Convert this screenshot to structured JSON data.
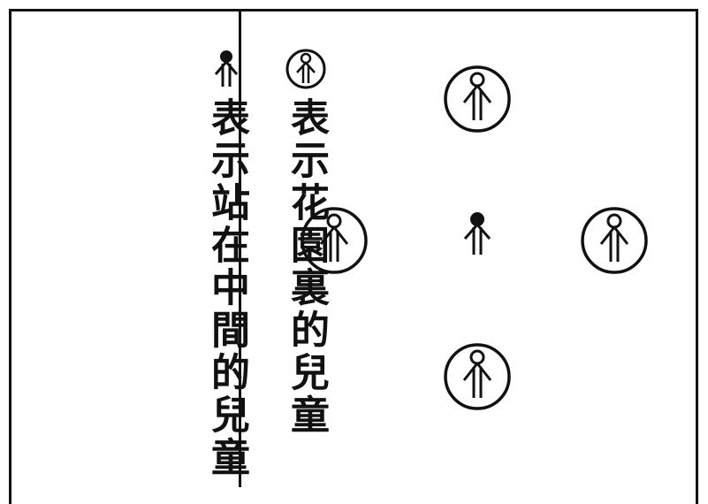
{
  "legend": {
    "ring_child_text": "表示花園裏的兒童",
    "center_child_text": "表示站在中間的兒童"
  },
  "diagram": {
    "ring_children_count": 4,
    "center_children_count": 1
  }
}
